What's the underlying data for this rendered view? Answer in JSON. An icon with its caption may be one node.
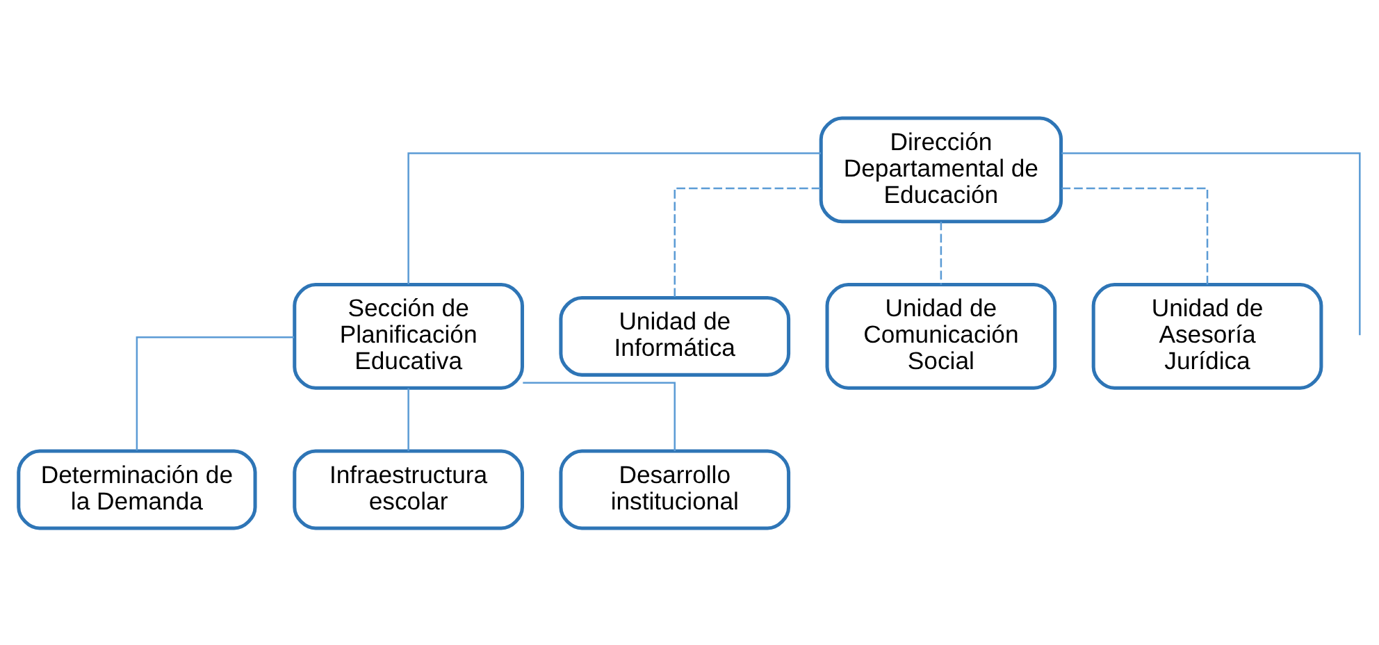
{
  "diagram": {
    "nodes": [
      {
        "text": [
          "Dirección Departamental de Educación"
        ]
      },
      {
        "text": [
          "Sección de Planificación Educativa"
        ]
      },
      {
        "text": [
          "Unidad de Informática"
        ]
      },
      {
        "text": [
          "Unidad de Comunicación Social"
        ]
      },
      {
        "text": [
          "Unidad de Asesoría Jurídica"
        ]
      },
      {
        "text": [
          "Determinación de la Demanda"
        ]
      },
      {
        "text": [
          "Infraestructura escolar"
        ]
      },
      {
        "text": [
          "Desarrollo institucional"
        ]
      }
    ],
    "edges": [
      {
        "from": 0,
        "to": 1,
        "arrow": "none"
      },
      {
        "from": 0,
        "to": 2,
        "arrow": "none",
        "style": "dashed"
      },
      {
        "from": 0,
        "to": 3,
        "arrow": "none",
        "style": "dashed"
      },
      {
        "from": 0,
        "to": 4,
        "arrow": "none",
        "style": "dashed"
      },
      {
        "from": 1,
        "to": 5,
        "arrow": "none"
      },
      {
        "from": 1,
        "to": 6,
        "arrow": "none"
      },
      {
        "from": 1,
        "to": 7,
        "arrow": "none"
      },
      {
        "from": 0,
        "to": null,
        "arrow": "none"
      }
    ]
  }
}
